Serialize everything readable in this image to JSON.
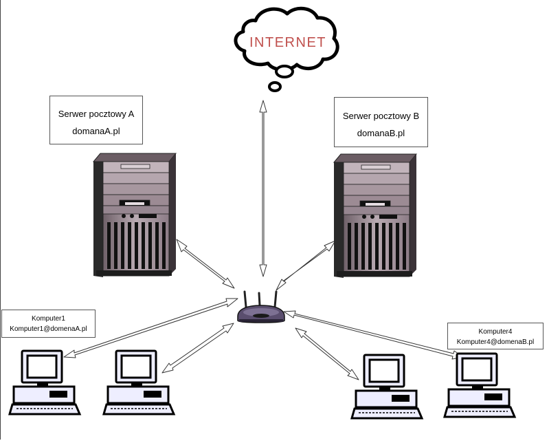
{
  "cloud": {
    "label": "INTERNET",
    "text_color": "#c0504d"
  },
  "servers": [
    {
      "name": "Serwer pocztowy A",
      "domain": "domanaA.pl"
    },
    {
      "name": "Serwer pocztowy B",
      "domain": "domanaB.pl"
    }
  ],
  "computers": [
    {
      "name": "Komputer1",
      "email": "Komputer1@domenaA.pl"
    },
    {
      "name": "Komputer4",
      "email": "Komputer4@domenaB.pl"
    }
  ],
  "colors": {
    "server_body": "#ab9aa4",
    "server_dark": "#2a2a2a",
    "pc_fill": "#eeeeff",
    "screen_fill": "#ffffff",
    "router_body": "#5a4e6e"
  },
  "icons": [
    "cloud-icon",
    "server-icon",
    "router-icon",
    "computer-icon"
  ]
}
